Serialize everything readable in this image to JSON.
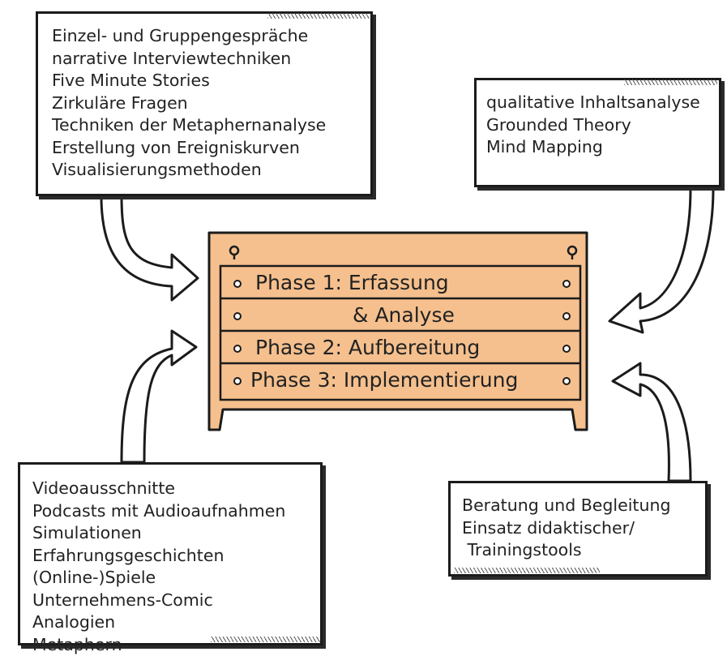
{
  "top_left": [
    "Einzel- und Gruppengespräche",
    "narrative Interviewtechniken",
    "Five Minute Stories",
    "Zirkuläre Fragen",
    "Techniken der Metaphernanalyse",
    "Erstellung von Ereigniskurven",
    "Visualisierungsmethoden"
  ],
  "top_right": [
    "qualitative Inhaltsanalyse",
    "Grounded Theory",
    "Mind Mapping"
  ],
  "center": [
    "Phase 1: Erfassung",
    "& Analyse",
    "Phase 2: Aufbereitung",
    "Phase 3: Implementierung"
  ],
  "bottom_left": [
    "Videoausschnitte",
    "Podcasts mit Audioaufnahmen",
    "Simulationen",
    "Erfahrungsgeschichten",
    "(Online-)Spiele",
    "Unternehmens-Comic",
    "Analogien",
    "Metaphern"
  ],
  "bottom_right": [
    "Beratung und Begleitung",
    "Einsatz didaktischer/",
    " Trainingstools"
  ],
  "colors": {
    "board_fill": "#f5c08e",
    "stroke": "#1b1b1b",
    "box_fill": "#ffffff"
  }
}
